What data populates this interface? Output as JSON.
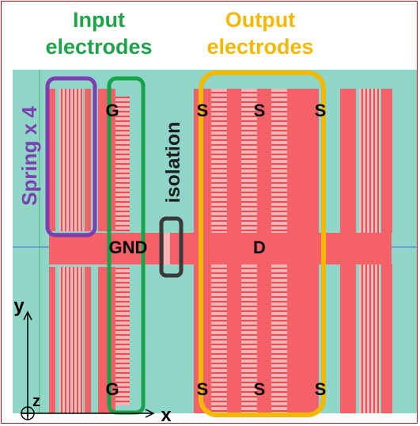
{
  "headings": {
    "input_line1": "Input",
    "input_line2": "electrodes",
    "output_line1": "Output",
    "output_line2": "electrodes"
  },
  "labels": {
    "spring": "Spring x 4",
    "isolation": "isolation",
    "gate_top": "G",
    "gate_bottom": "G",
    "gnd": "GND",
    "drain": "D",
    "source_top": [
      "S",
      "S",
      "S"
    ],
    "source_bottom": [
      "S",
      "S",
      "S"
    ]
  },
  "axes": {
    "y": "y",
    "x": "x",
    "z": "z"
  },
  "colors": {
    "background": "#8fd6c8",
    "electrode": "#f46267",
    "input_box": "#16a34a",
    "output_box": "#f5b800",
    "spring_box": "#7b3fb0",
    "isolation_box": "#3a3a3a",
    "gnd_line": "#3b6fd8",
    "frame": "#b31b1b"
  }
}
